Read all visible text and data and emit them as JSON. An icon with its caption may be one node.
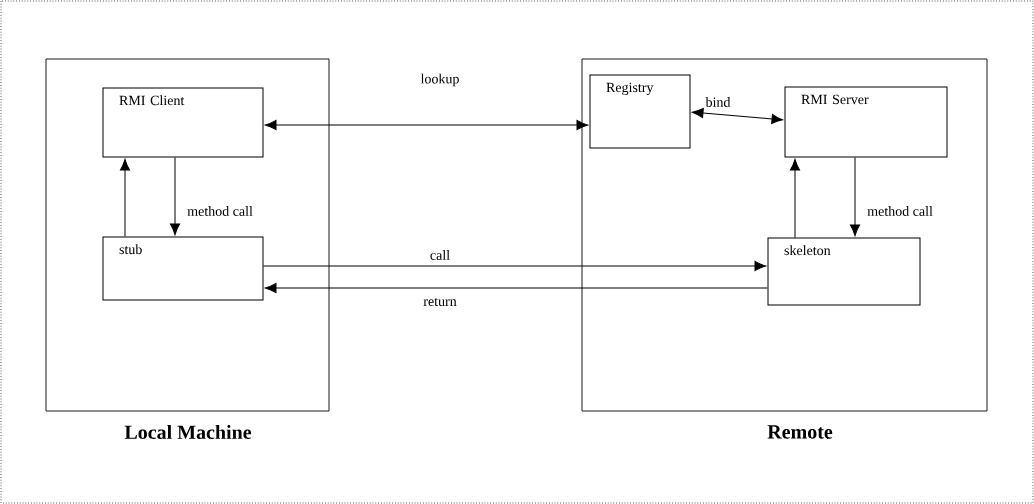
{
  "diagram": {
    "nodes": [
      {
        "text": [
          "Local Machine"
        ]
      },
      {
        "text": [
          "RMI Client"
        ],
        "in": 0
      },
      {
        "text": [
          "stub"
        ],
        "in": 0
      },
      {
        "text": [
          "Remote"
        ]
      },
      {
        "text": [
          "Registry"
        ],
        "in": 3
      },
      {
        "text": [
          "RMI Server"
        ],
        "in": 3
      },
      {
        "text": [
          "skeleton"
        ],
        "in": 3
      }
    ],
    "edges": [
      {
        "from": 1,
        "to": 4,
        "arrow": "both",
        "label": "lookup"
      },
      {
        "from": 4,
        "to": 5,
        "arrow": "both",
        "label": "bind"
      },
      {
        "from": 2,
        "to": 1,
        "arrow": "to"
      },
      {
        "from": 1,
        "to": 2,
        "arrow": "to",
        "label": "method call"
      },
      {
        "from": 6,
        "to": 5,
        "arrow": "to"
      },
      {
        "from": 5,
        "to": 6,
        "arrow": "to",
        "label": "method call"
      },
      {
        "from": 2,
        "to": 6,
        "arrow": "to",
        "label": "call"
      },
      {
        "from": 6,
        "to": 2,
        "arrow": "to",
        "label": "return"
      }
    ]
  }
}
